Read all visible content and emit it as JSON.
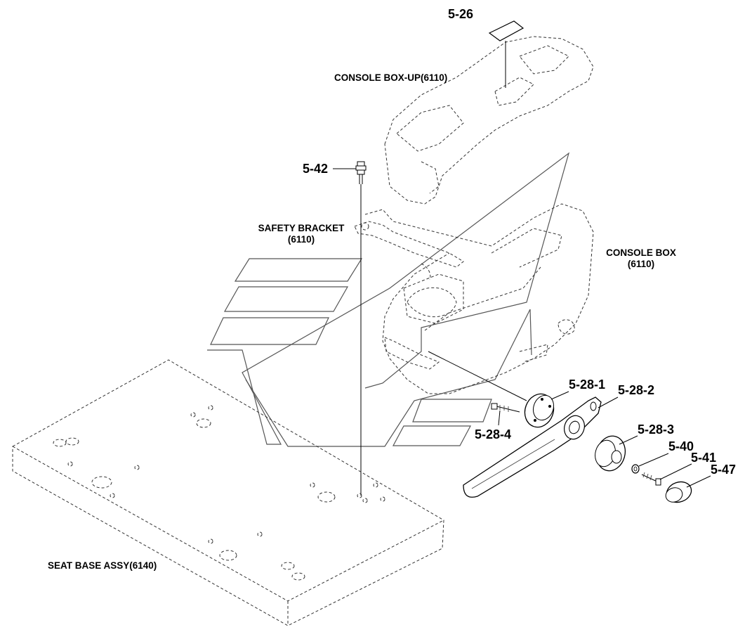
{
  "parts": {
    "p5_26": "5-26",
    "p5_42": "5-42",
    "p5_28_1": "5-28-1",
    "p5_28_2": "5-28-2",
    "p5_28_3": "5-28-3",
    "p5_28_4": "5-28-4",
    "p5_40": "5-40",
    "p5_41": "5-41",
    "p5_47": "5-47"
  },
  "assemblies": {
    "console_box_up": "CONSOLE BOX-UP(6110)",
    "safety_bracket_line1": "SAFETY BRACKET",
    "safety_bracket_line2": "(6110)",
    "console_box_line1": "CONSOLE BOX",
    "console_box_line2": "(6110)",
    "seat_base": "SEAT BASE ASSY(6140)"
  }
}
